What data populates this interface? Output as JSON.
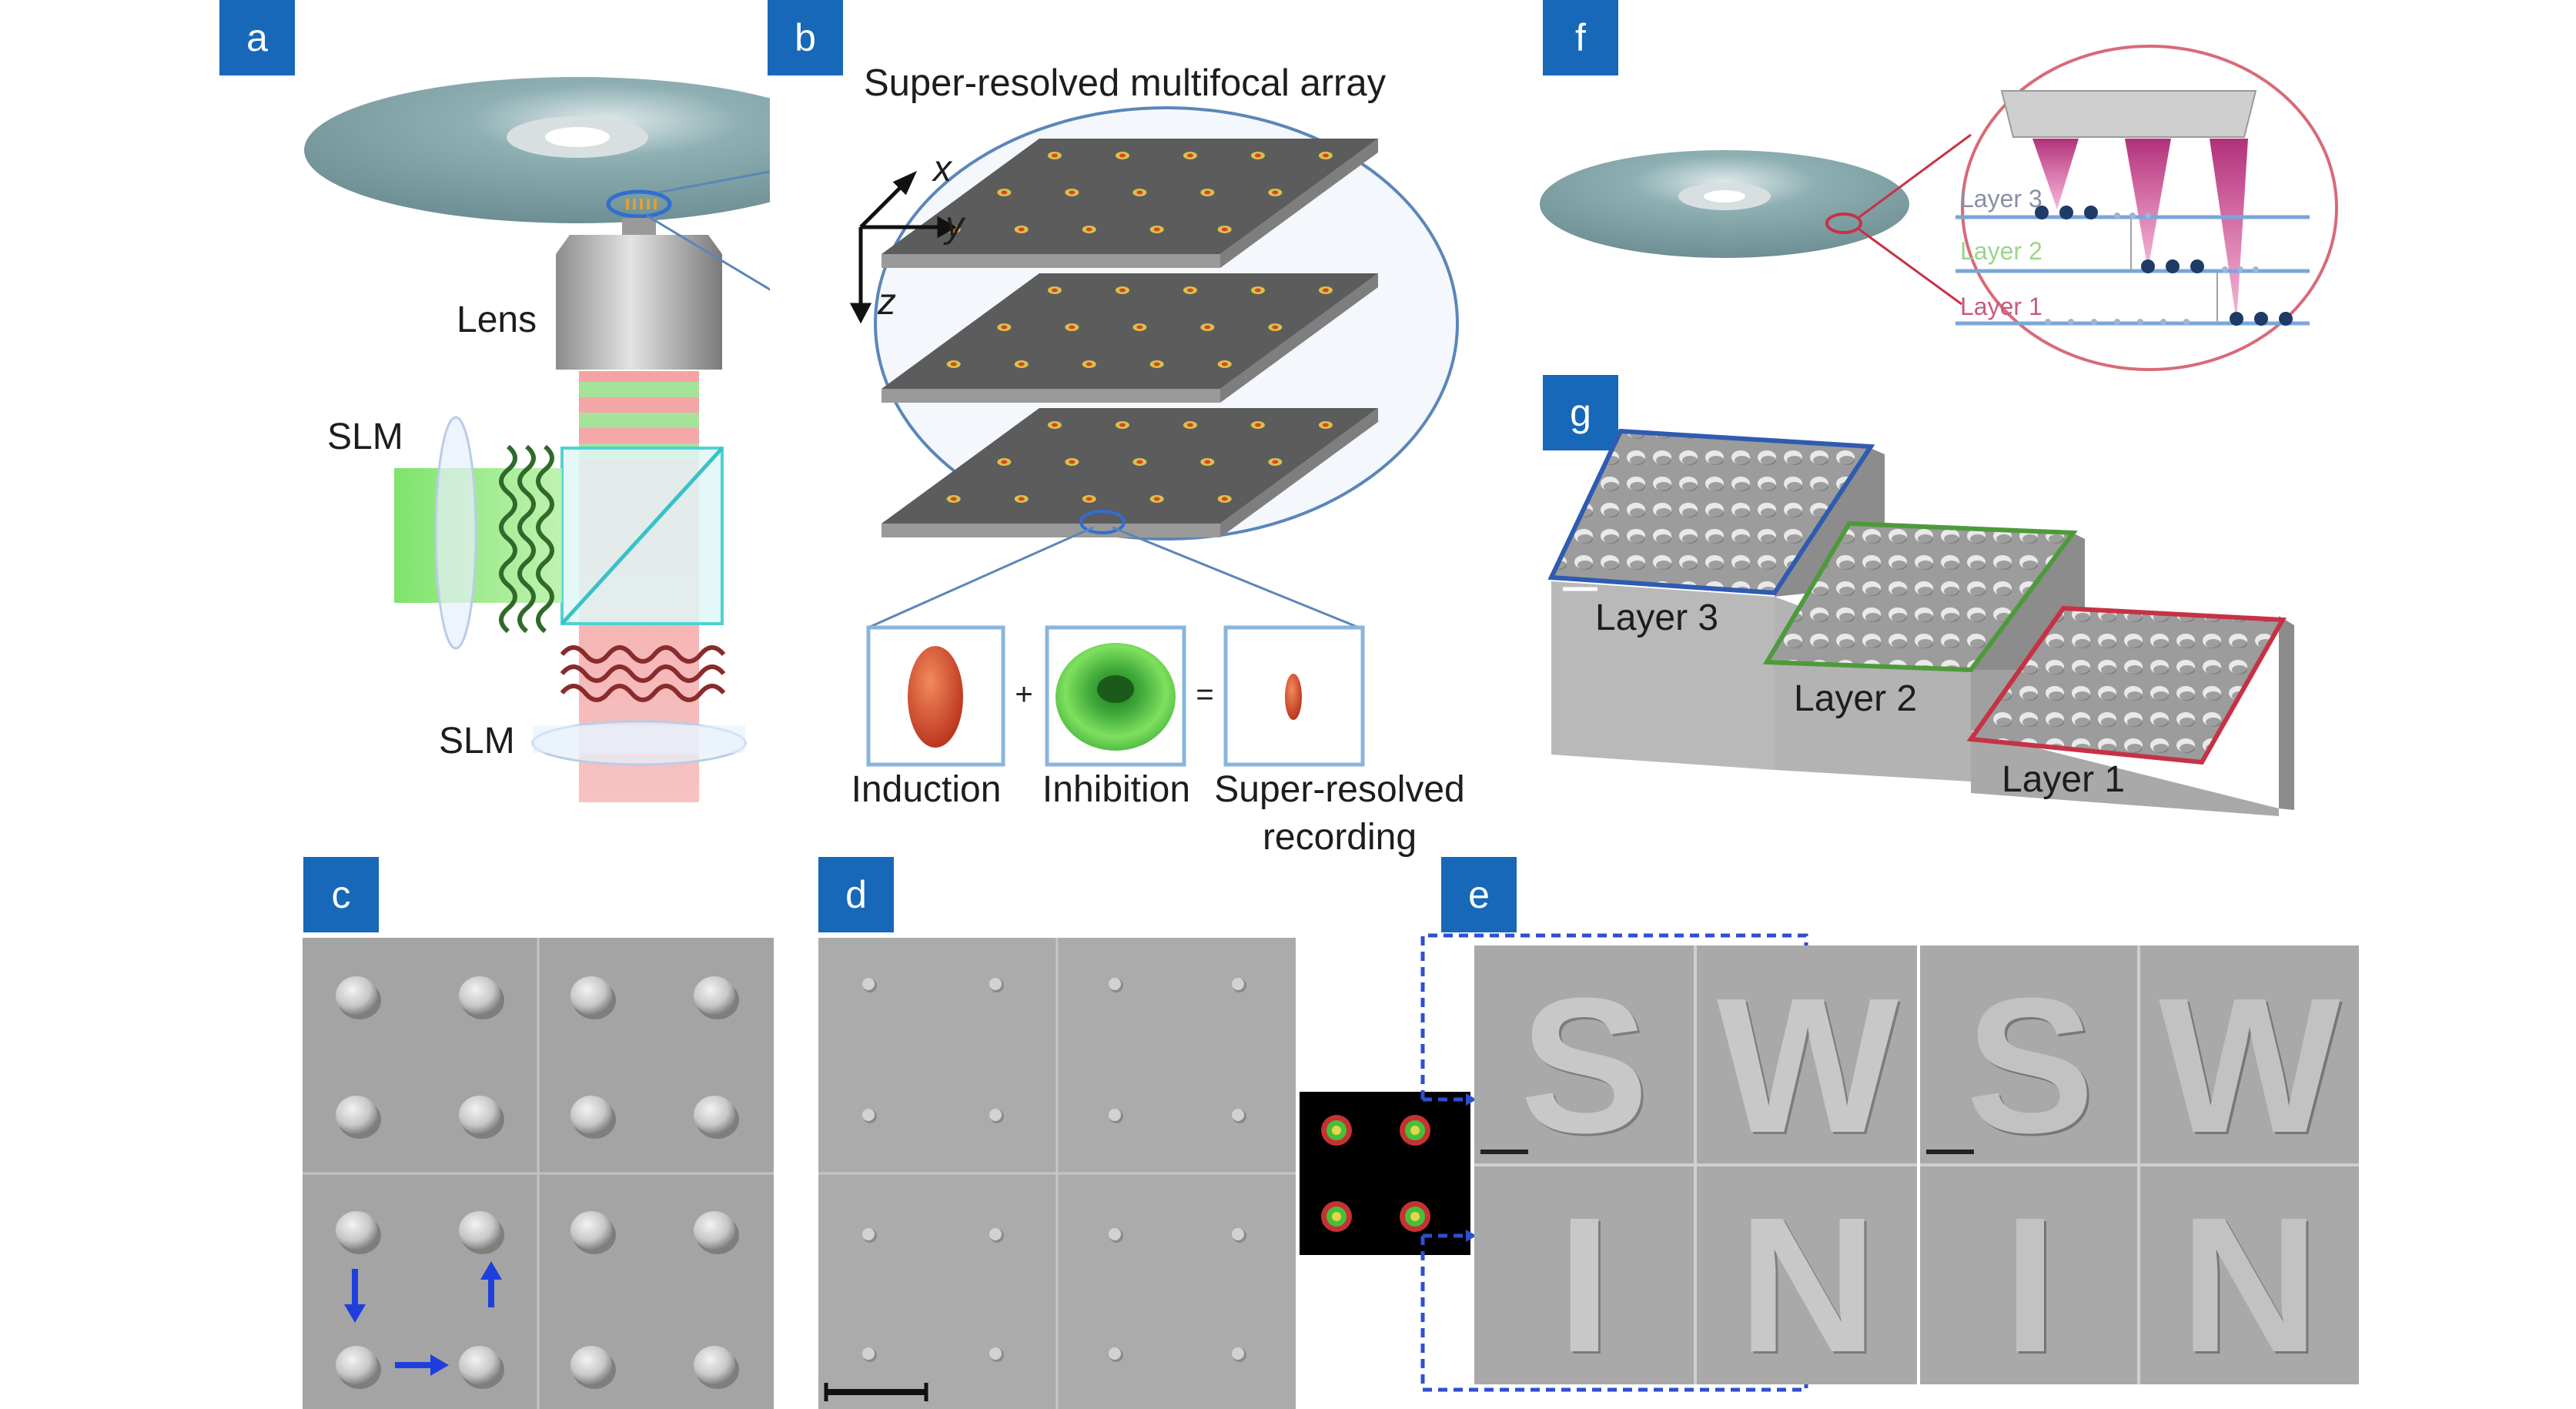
{
  "panels": {
    "a": {
      "tag": "a",
      "lens_label": "Lens",
      "slm_top_label": "SLM",
      "slm_bottom_label": "SLM"
    },
    "b": {
      "tag": "b",
      "title": "Super-resolved multifocal array",
      "axis_x": "x",
      "axis_y": "y",
      "axis_z": "z",
      "plus": "+",
      "equals": "=",
      "induction": "Induction",
      "inhibition": "Inhibition",
      "recording_line1": "Super-resolved",
      "recording_line2": "recording"
    },
    "c": {
      "tag": "c"
    },
    "d": {
      "tag": "d"
    },
    "e": {
      "tag": "e",
      "letters": [
        "S",
        "W",
        "I",
        "N"
      ]
    },
    "f": {
      "tag": "f",
      "layer3": "Layer 3",
      "layer2": "Layer 2",
      "layer1": "Layer 1"
    },
    "g": {
      "tag": "g",
      "layer3": "Layer 3",
      "layer2": "Layer 2",
      "layer1": "Layer 1"
    }
  },
  "colors": {
    "tag_blue": "#1768b8",
    "disc": "#7e9fa3",
    "induction": "#d9442a",
    "inhibition": "#4cc43a",
    "layer3": "#2f5bb0",
    "layer2": "#4e9a3b",
    "layer1": "#c63245"
  }
}
